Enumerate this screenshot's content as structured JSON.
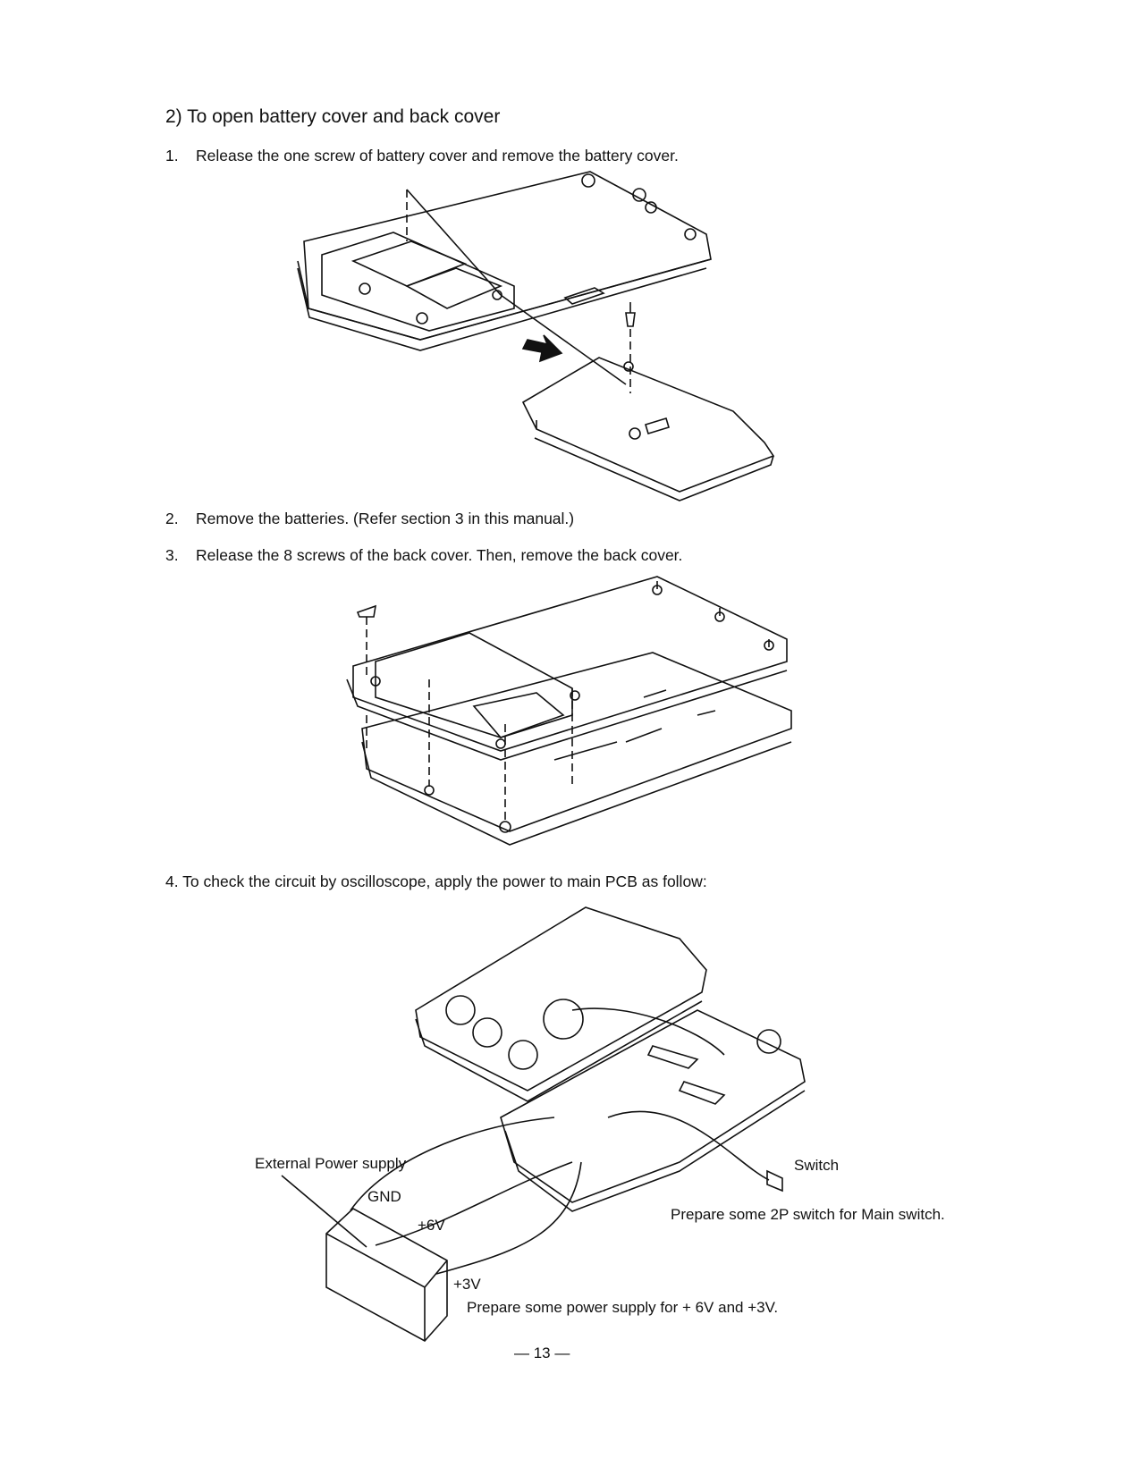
{
  "section_title": "2) To open battery cover and back cover",
  "steps": [
    {
      "number": "1.",
      "text": "Release the one screw of battery cover and remove the battery cover."
    },
    {
      "number": "2.",
      "text": "Remove the batteries.  (Refer section 3 in this manual.)"
    },
    {
      "number": "3.",
      "text": "Release the 8 screws of the back cover.  Then, remove the back cover."
    },
    {
      "number": "4.",
      "text": "To check the circuit by oscilloscope,  apply the power to main PCB as follow:"
    }
  ],
  "figure3_labels": {
    "external_power": "External Power supply",
    "gnd": "GND",
    "plus6v": "+6V",
    "plus3v": "+3V",
    "switch": "Switch",
    "switch_note": "Prepare some 2P switch for Main switch.",
    "power_note": "Prepare some power supply for + 6V and +3V."
  },
  "page_number": "— 13 —"
}
